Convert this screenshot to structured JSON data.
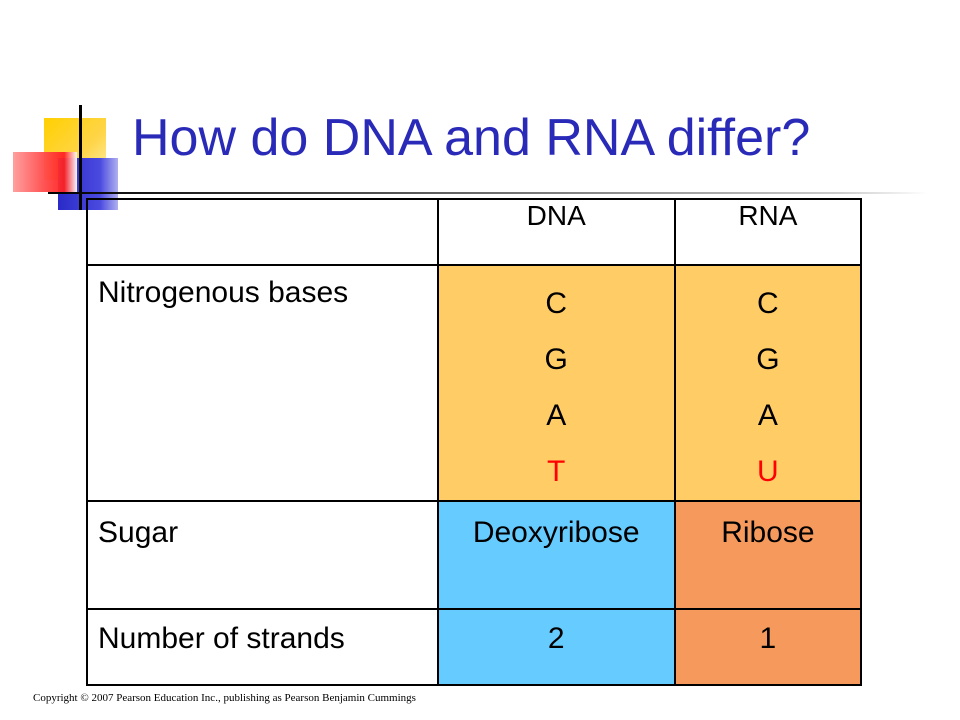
{
  "slide": {
    "title": "How do DNA and RNA differ?"
  },
  "table": {
    "header": {
      "col1": "",
      "col2": "DNA",
      "col3": "RNA"
    },
    "rows": [
      {
        "label": "Nitrogenous bases",
        "dna": [
          "C",
          "G",
          "A",
          "T"
        ],
        "rna": [
          "C",
          "G",
          "A",
          "U"
        ]
      },
      {
        "label": "Sugar",
        "dna": "Deoxyribose",
        "rna": "Ribose"
      },
      {
        "label": "Number of strands",
        "dna": "2",
        "rna": "1"
      }
    ]
  },
  "colors": {
    "title": "#2a2ab8",
    "bases_fill": "#ffcc66",
    "dna_fill": "#66ccff",
    "rna_fill": "#f59a5c",
    "unique_base": "#ff0000"
  },
  "footer": {
    "copyright": "Copyright © 2007 Pearson Education Inc., publishing as Pearson Benjamin Cummings"
  }
}
